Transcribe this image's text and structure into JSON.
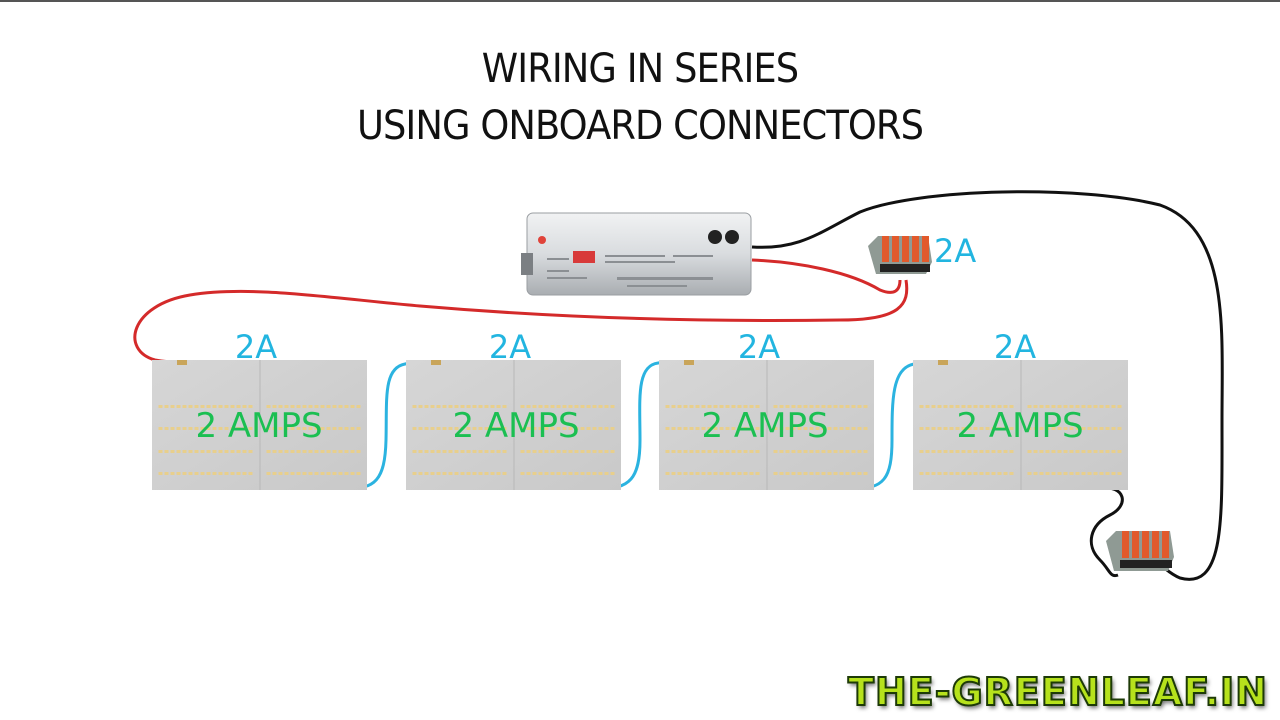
{
  "title": {
    "line1": "WIRING IN SERIES",
    "line2": "USING ONBOARD CONNECTORS"
  },
  "driver": {
    "name": "LED driver (power supply)",
    "icon": "power-supply-icon"
  },
  "connectors": [
    {
      "name": "lever-connector-positive",
      "current_label": "2A",
      "wire_color": "#d42a2a"
    },
    {
      "name": "lever-connector-negative",
      "current_label": "",
      "wire_color": "#111111"
    }
  ],
  "boards": [
    {
      "label": "2 AMPS",
      "current_label": "2A"
    },
    {
      "label": "2 AMPS",
      "current_label": "2A"
    },
    {
      "label": "2 AMPS",
      "current_label": "2A"
    },
    {
      "label": "2 AMPS",
      "current_label": "2A"
    }
  ],
  "colors": {
    "positive_wire": "#d42a2a",
    "negative_wire": "#111111",
    "jumper_wire": "#2bb3e0",
    "board_label": "#1bbf52",
    "amp_label": "#22b5e0",
    "watermark": "#b6e21c"
  },
  "watermark": "THE-GREENLEAF.IN"
}
